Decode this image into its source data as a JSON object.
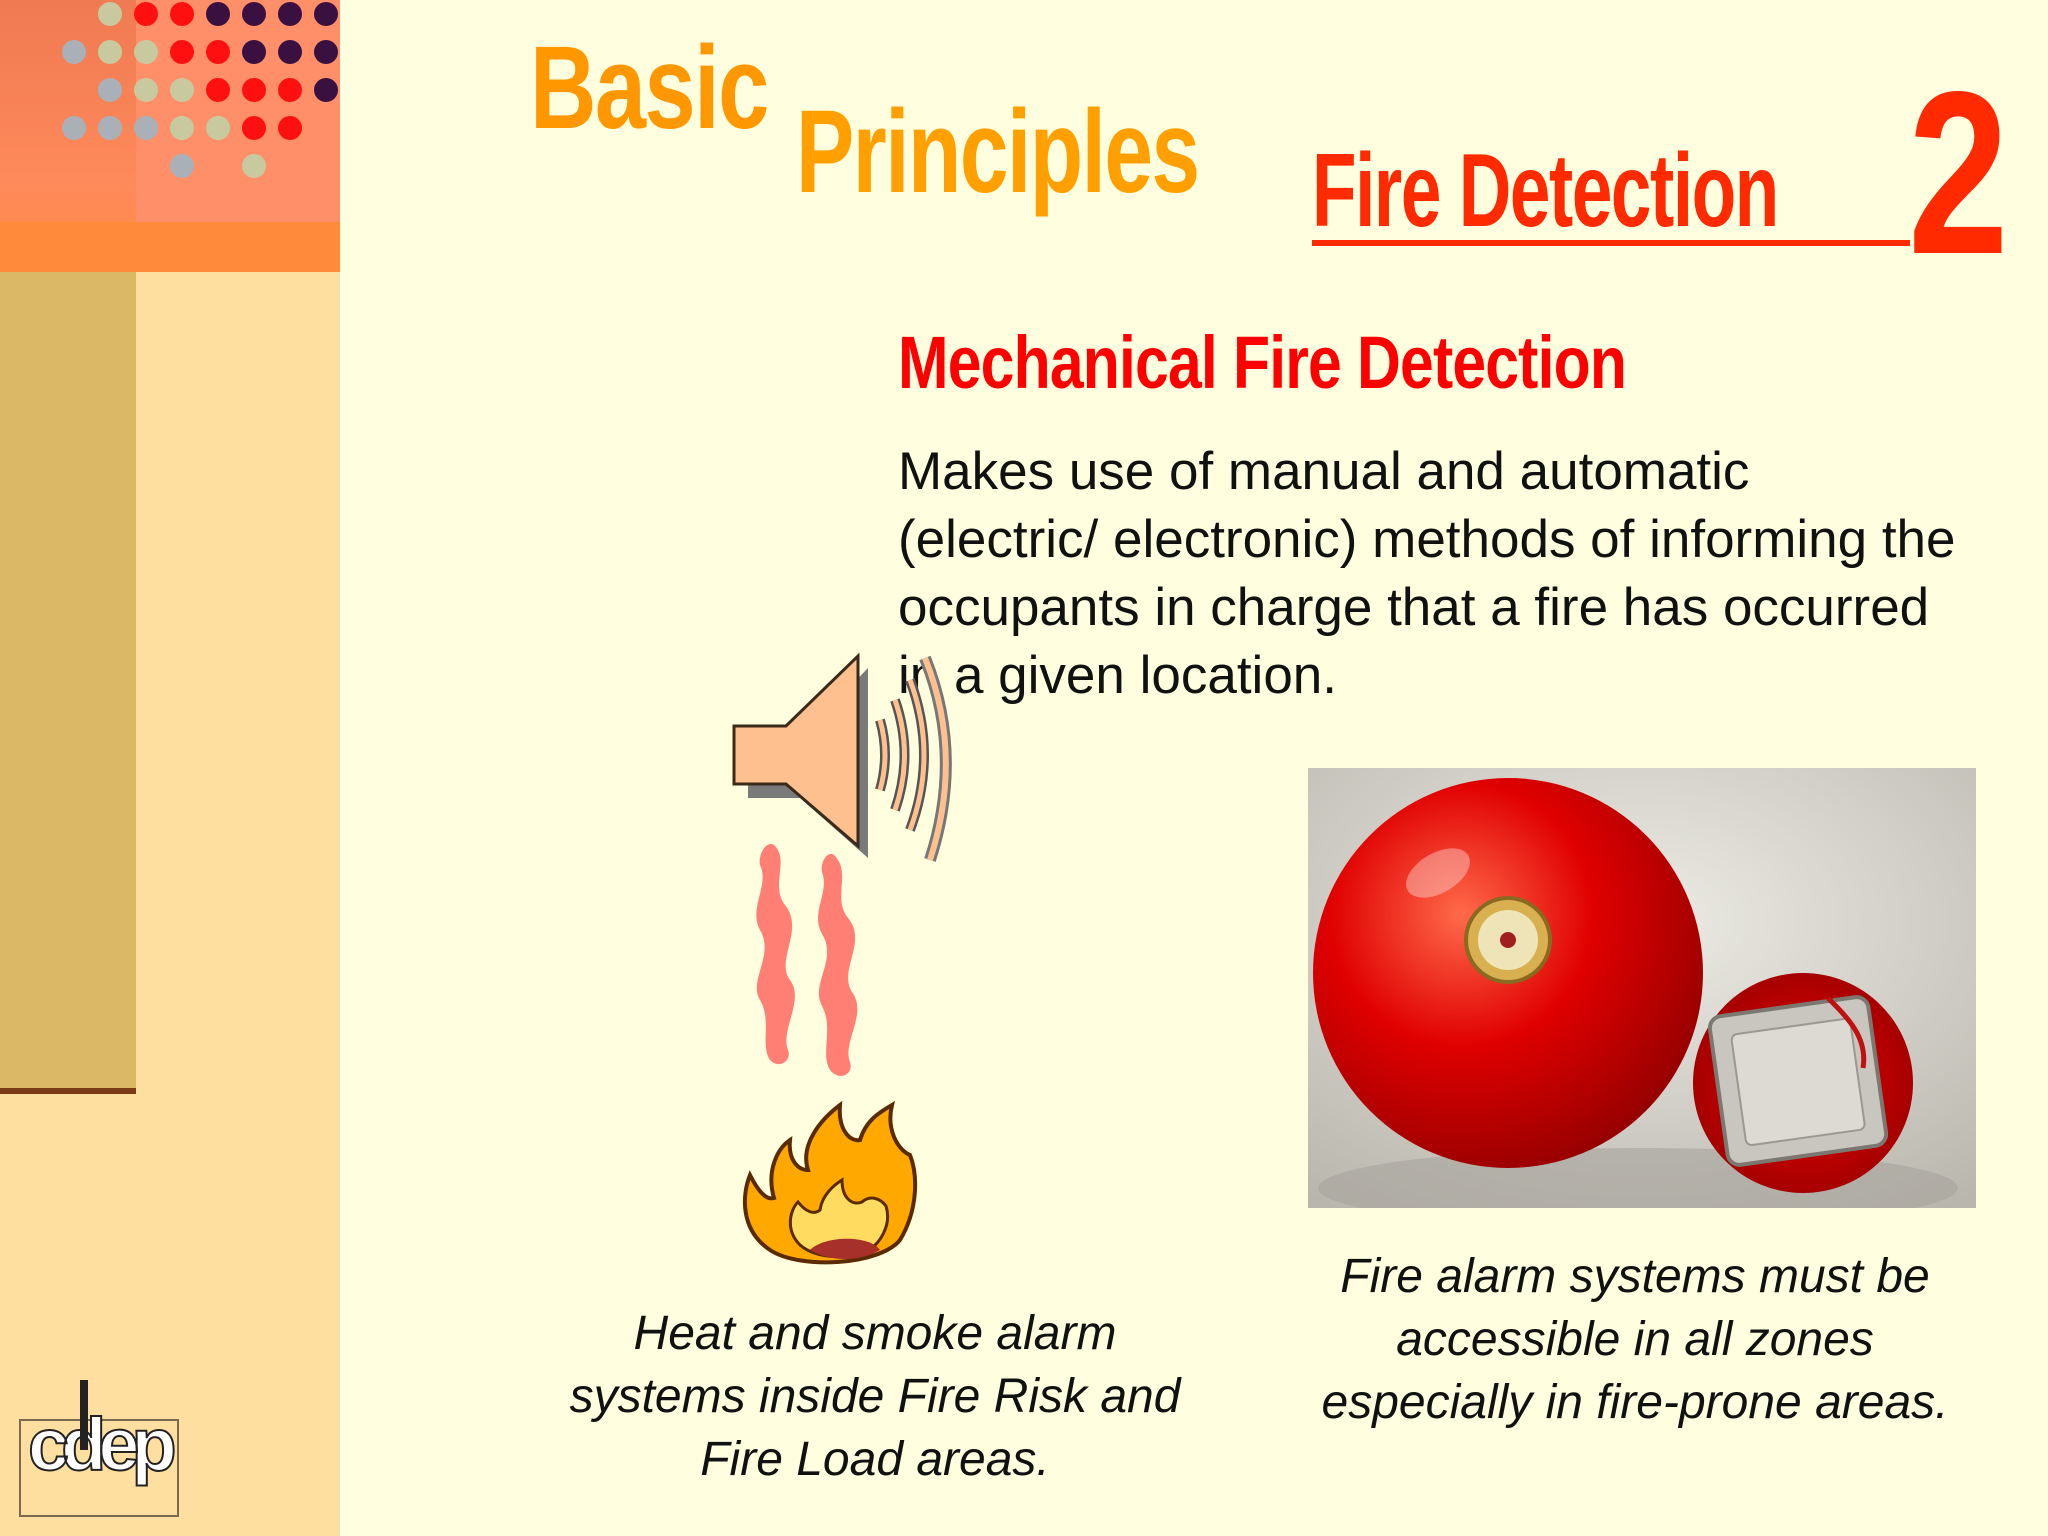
{
  "title": {
    "word1": "Basic",
    "word2": "Principles",
    "word3": "Fire Detection",
    "number": "2"
  },
  "heading": "Mechanical Fire Detection",
  "body": "Makes use of manual and automatic (electric/ electronic) methods of informing the occupants in charge that a fire has occurred in a given location.",
  "captions": {
    "left": "Heat and smoke alarm systems inside Fire Risk and Fire Load areas.",
    "right": "Fire alarm systems must be accessible in all zones especially in fire-prone areas."
  },
  "logo_text": "cdep",
  "icons": {
    "alarm": "speaker-sound-icon",
    "smoke": "smoke-icon",
    "fire": "flame-icon",
    "photo": "fire-alarm-bell-photo"
  },
  "colors": {
    "title_orange": "#ff9800",
    "title_red": "#ff2a00",
    "heading_red": "#ff0000",
    "background": "#ffffe0"
  }
}
